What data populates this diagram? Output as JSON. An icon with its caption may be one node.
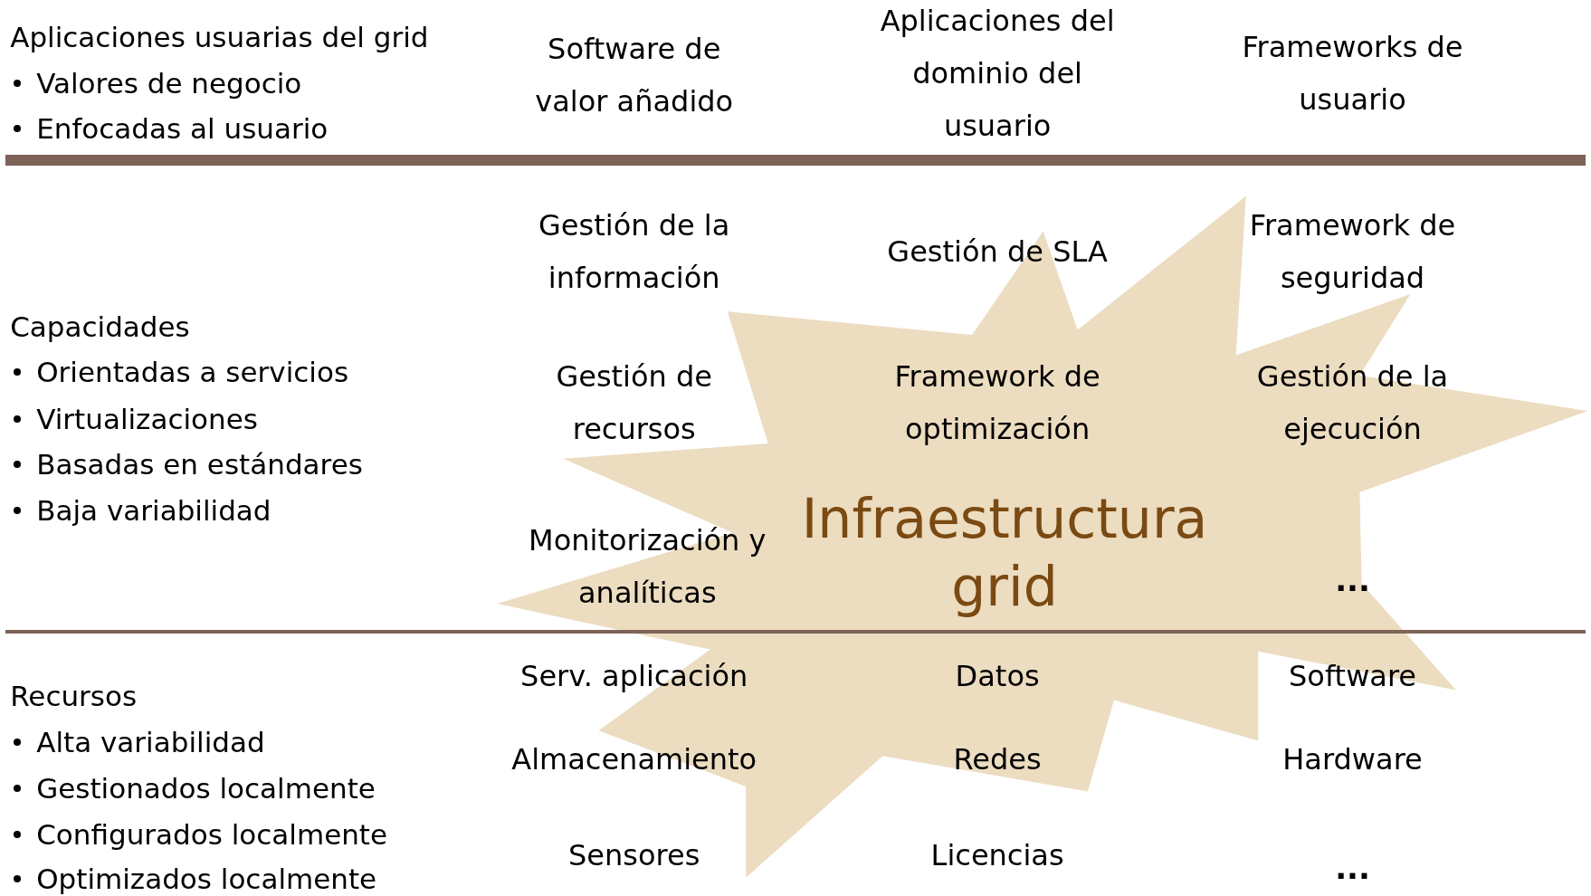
{
  "diagram": {
    "nodes": [
      {
        "text": [
          "Infraestructura grid"
        ]
      }
    ],
    "labels": [
      "Aplicaciones usuarias del grid",
      "Valores de negocio",
      "Enfocadas al usuario",
      "Software de valor añadido",
      "Aplicaciones del dominio del usuario",
      "Frameworks de usuario",
      "Capacidades",
      "Orientadas a servicios",
      "Virtualizaciones",
      "Basadas en estándares",
      "Baja variabilidad",
      "Gestión de la información",
      "Gestión de SLA",
      "Framework de seguridad",
      "Gestión de recursos",
      "Framework de optimización",
      "Gestión de la ejecución",
      "Monitorización y analíticas",
      "...",
      "Recursos",
      "Alta variabilidad",
      "Gestionados localmente",
      "Configurados localmente",
      "Optimizados localmente",
      "Serv. aplicación",
      "Datos",
      "Software",
      "Almacenamiento",
      "Redes",
      "Hardware",
      "Sensores",
      "Licencias",
      "..."
    ]
  }
}
